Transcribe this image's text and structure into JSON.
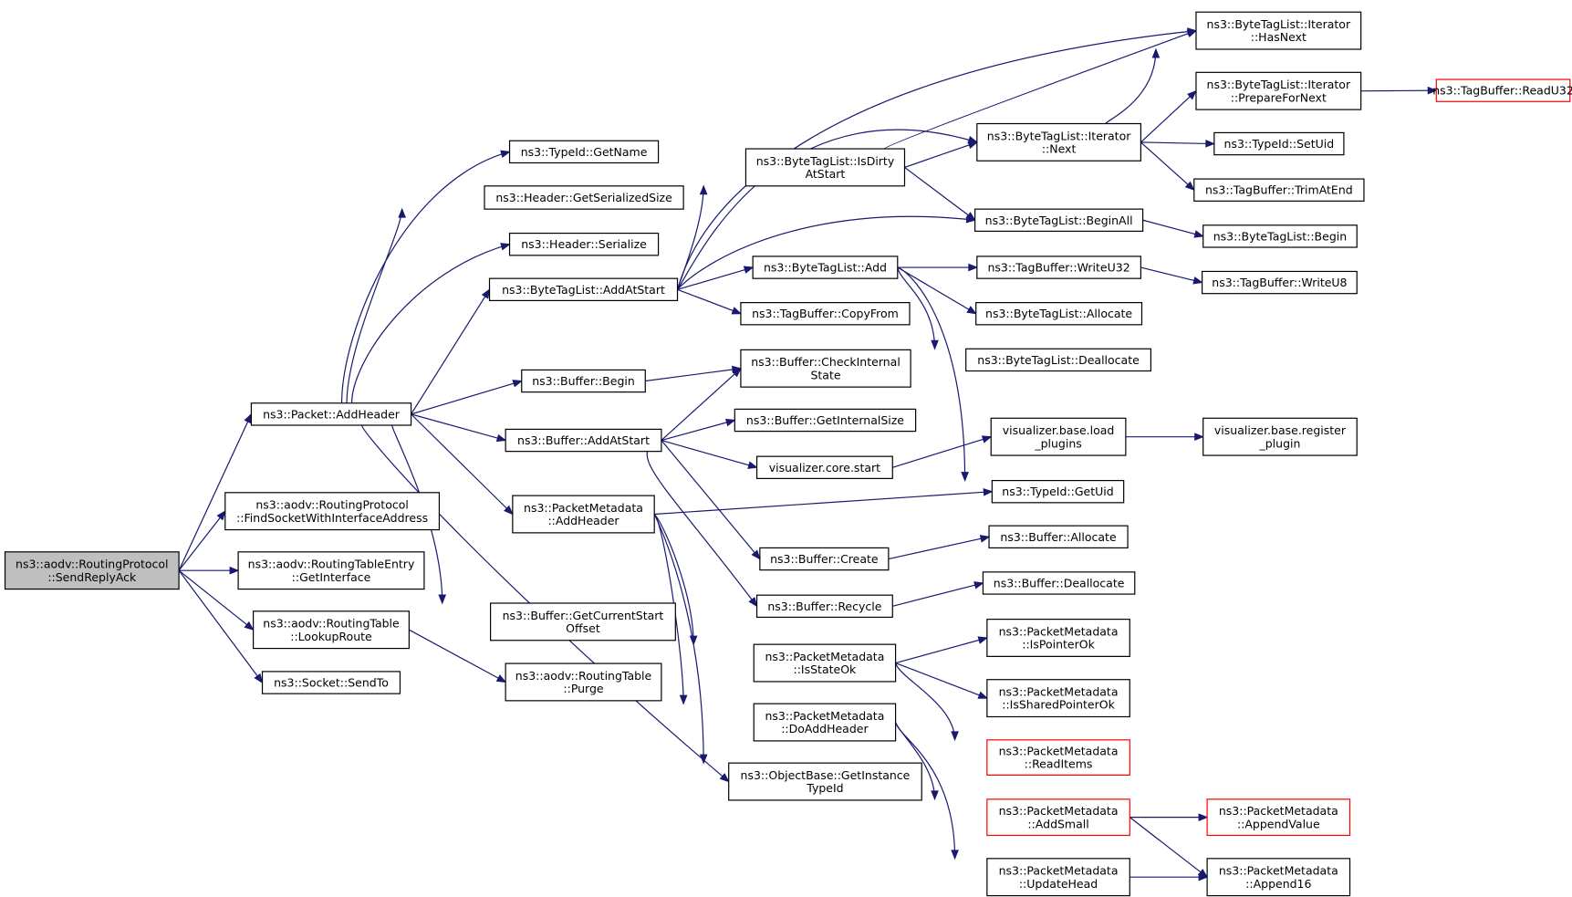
{
  "colors": {
    "edge": "#191970",
    "root_fill": "#bfbfbf",
    "truncated_border": "#ff0000",
    "node_border": "#000000"
  },
  "nodes": [
    {
      "id": "n0",
      "lines": [
        "ns3::aodv::RoutingProtocol",
        "::SendReplyAck"
      ],
      "style": "root"
    },
    {
      "id": "n1",
      "lines": [
        "ns3::Packet::AddHeader"
      ],
      "style": "normal"
    },
    {
      "id": "n2",
      "lines": [
        "ns3::aodv::RoutingProtocol",
        "::FindSocketWithInterfaceAddress"
      ],
      "style": "normal"
    },
    {
      "id": "n3",
      "lines": [
        "ns3::aodv::RoutingTableEntry",
        "::GetInterface"
      ],
      "style": "normal"
    },
    {
      "id": "n4",
      "lines": [
        "ns3::aodv::RoutingTable",
        "::LookupRoute"
      ],
      "style": "normal"
    },
    {
      "id": "n5",
      "lines": [
        "ns3::Socket::SendTo"
      ],
      "style": "normal"
    },
    {
      "id": "n6",
      "lines": [
        "ns3::TypeId::GetName"
      ],
      "style": "normal"
    },
    {
      "id": "n7",
      "lines": [
        "ns3::Header::GetSerializedSize"
      ],
      "style": "normal"
    },
    {
      "id": "n8",
      "lines": [
        "ns3::Header::Serialize"
      ],
      "style": "normal"
    },
    {
      "id": "n9",
      "lines": [
        "ns3::ByteTagList::AddAtStart"
      ],
      "style": "normal"
    },
    {
      "id": "n10",
      "lines": [
        "ns3::Buffer::Begin"
      ],
      "style": "normal"
    },
    {
      "id": "n11",
      "lines": [
        "ns3::Buffer::AddAtStart"
      ],
      "style": "normal"
    },
    {
      "id": "n12",
      "lines": [
        "ns3::PacketMetadata",
        "::AddHeader"
      ],
      "style": "normal"
    },
    {
      "id": "n13",
      "lines": [
        "ns3::Buffer::GetCurrentStart",
        "Offset"
      ],
      "style": "normal"
    },
    {
      "id": "n14",
      "lines": [
        "ns3::aodv::RoutingTable",
        "::Purge"
      ],
      "style": "normal"
    },
    {
      "id": "n15",
      "lines": [
        "ns3::ByteTagList::IsDirty",
        "AtStart"
      ],
      "style": "normal"
    },
    {
      "id": "n16",
      "lines": [
        "ns3::ByteTagList::Add"
      ],
      "style": "normal"
    },
    {
      "id": "n17",
      "lines": [
        "ns3::TagBuffer::CopyFrom"
      ],
      "style": "normal"
    },
    {
      "id": "n18",
      "lines": [
        "ns3::Buffer::CheckInternal",
        "State"
      ],
      "style": "normal"
    },
    {
      "id": "n19",
      "lines": [
        "ns3::Buffer::GetInternalSize"
      ],
      "style": "normal"
    },
    {
      "id": "n20",
      "lines": [
        "visualizer.core.start"
      ],
      "style": "normal"
    },
    {
      "id": "n21",
      "lines": [
        "ns3::Buffer::Create"
      ],
      "style": "normal"
    },
    {
      "id": "n22",
      "lines": [
        "ns3::Buffer::Recycle"
      ],
      "style": "normal"
    },
    {
      "id": "n23",
      "lines": [
        "ns3::PacketMetadata",
        "::IsStateOk"
      ],
      "style": "normal"
    },
    {
      "id": "n24",
      "lines": [
        "ns3::PacketMetadata",
        "::DoAddHeader"
      ],
      "style": "normal"
    },
    {
      "id": "n25",
      "lines": [
        "ns3::ObjectBase::GetInstance",
        "TypeId"
      ],
      "style": "normal"
    },
    {
      "id": "n26",
      "lines": [
        "ns3::ByteTagList::Iterator",
        "::HasNext"
      ],
      "style": "normal"
    },
    {
      "id": "n27",
      "lines": [
        "ns3::ByteTagList::Iterator",
        "::Next"
      ],
      "style": "normal"
    },
    {
      "id": "n28",
      "lines": [
        "ns3::ByteTagList::BeginAll"
      ],
      "style": "normal"
    },
    {
      "id": "n29",
      "lines": [
        "ns3::TagBuffer::WriteU32"
      ],
      "style": "normal"
    },
    {
      "id": "n30",
      "lines": [
        "ns3::ByteTagList::Allocate"
      ],
      "style": "normal"
    },
    {
      "id": "n31",
      "lines": [
        "ns3::ByteTagList::Deallocate"
      ],
      "style": "normal"
    },
    {
      "id": "n32",
      "lines": [
        "visualizer.base.load",
        "_plugins"
      ],
      "style": "normal"
    },
    {
      "id": "n33",
      "lines": [
        "ns3::TypeId::GetUid"
      ],
      "style": "normal"
    },
    {
      "id": "n34",
      "lines": [
        "ns3::Buffer::Allocate"
      ],
      "style": "normal"
    },
    {
      "id": "n35",
      "lines": [
        "ns3::Buffer::Deallocate"
      ],
      "style": "normal"
    },
    {
      "id": "n36",
      "lines": [
        "ns3::PacketMetadata",
        "::IsPointerOk"
      ],
      "style": "normal"
    },
    {
      "id": "n37",
      "lines": [
        "ns3::PacketMetadata",
        "::IsSharedPointerOk"
      ],
      "style": "normal"
    },
    {
      "id": "n38",
      "lines": [
        "ns3::PacketMetadata",
        "::ReadItems"
      ],
      "style": "truncated"
    },
    {
      "id": "n39",
      "lines": [
        "ns3::PacketMetadata",
        "::AddSmall"
      ],
      "style": "truncated"
    },
    {
      "id": "n40",
      "lines": [
        "ns3::PacketMetadata",
        "::UpdateHead"
      ],
      "style": "normal"
    },
    {
      "id": "n41",
      "lines": [
        "ns3::ByteTagList::Iterator",
        "::PrepareForNext"
      ],
      "style": "normal"
    },
    {
      "id": "n42",
      "lines": [
        "ns3::TypeId::SetUid"
      ],
      "style": "normal"
    },
    {
      "id": "n43",
      "lines": [
        "ns3::TagBuffer::TrimAtEnd"
      ],
      "style": "normal"
    },
    {
      "id": "n44",
      "lines": [
        "ns3::ByteTagList::Begin"
      ],
      "style": "normal"
    },
    {
      "id": "n45",
      "lines": [
        "ns3::TagBuffer::WriteU8"
      ],
      "style": "normal"
    },
    {
      "id": "n46",
      "lines": [
        "visualizer.base.register",
        "_plugin"
      ],
      "style": "normal"
    },
    {
      "id": "n47",
      "lines": [
        "ns3::TagBuffer::ReadU32"
      ],
      "style": "truncated"
    },
    {
      "id": "n48",
      "lines": [
        "ns3::PacketMetadata",
        "::AppendValue"
      ],
      "style": "truncated"
    },
    {
      "id": "n49",
      "lines": [
        "ns3::PacketMetadata",
        "::Append16"
      ],
      "style": "normal"
    }
  ],
  "edges": [
    [
      "n0",
      "n1"
    ],
    [
      "n0",
      "n2"
    ],
    [
      "n0",
      "n3"
    ],
    [
      "n0",
      "n4"
    ],
    [
      "n0",
      "n5"
    ],
    [
      "n1",
      "n6"
    ],
    [
      "n1",
      "n7"
    ],
    [
      "n1",
      "n8"
    ],
    [
      "n1",
      "n9"
    ],
    [
      "n1",
      "n10"
    ],
    [
      "n1",
      "n11"
    ],
    [
      "n1",
      "n12"
    ],
    [
      "n1",
      "n13"
    ],
    [
      "n1",
      "n25"
    ],
    [
      "n4",
      "n14"
    ],
    [
      "n9",
      "n15"
    ],
    [
      "n9",
      "n16"
    ],
    [
      "n9",
      "n17"
    ],
    [
      "n9",
      "n26"
    ],
    [
      "n9",
      "n27"
    ],
    [
      "n9",
      "n28"
    ],
    [
      "n10",
      "n18"
    ],
    [
      "n11",
      "n18"
    ],
    [
      "n11",
      "n19"
    ],
    [
      "n11",
      "n20"
    ],
    [
      "n11",
      "n21"
    ],
    [
      "n11",
      "n22"
    ],
    [
      "n12",
      "n33"
    ],
    [
      "n12",
      "n23"
    ],
    [
      "n12",
      "n24"
    ],
    [
      "n12",
      "n25"
    ],
    [
      "n15",
      "n26"
    ],
    [
      "n15",
      "n27"
    ],
    [
      "n15",
      "n28"
    ],
    [
      "n16",
      "n29"
    ],
    [
      "n16",
      "n30"
    ],
    [
      "n16",
      "n31"
    ],
    [
      "n16",
      "n33"
    ],
    [
      "n20",
      "n32"
    ],
    [
      "n21",
      "n34"
    ],
    [
      "n22",
      "n35"
    ],
    [
      "n23",
      "n36"
    ],
    [
      "n23",
      "n37"
    ],
    [
      "n23",
      "n38"
    ],
    [
      "n24",
      "n39"
    ],
    [
      "n24",
      "n40"
    ],
    [
      "n27",
      "n26"
    ],
    [
      "n27",
      "n41"
    ],
    [
      "n27",
      "n42"
    ],
    [
      "n27",
      "n43"
    ],
    [
      "n28",
      "n44"
    ],
    [
      "n29",
      "n45"
    ],
    [
      "n32",
      "n46"
    ],
    [
      "n39",
      "n48"
    ],
    [
      "n39",
      "n49"
    ],
    [
      "n40",
      "n49"
    ],
    [
      "n41",
      "n47"
    ]
  ]
}
